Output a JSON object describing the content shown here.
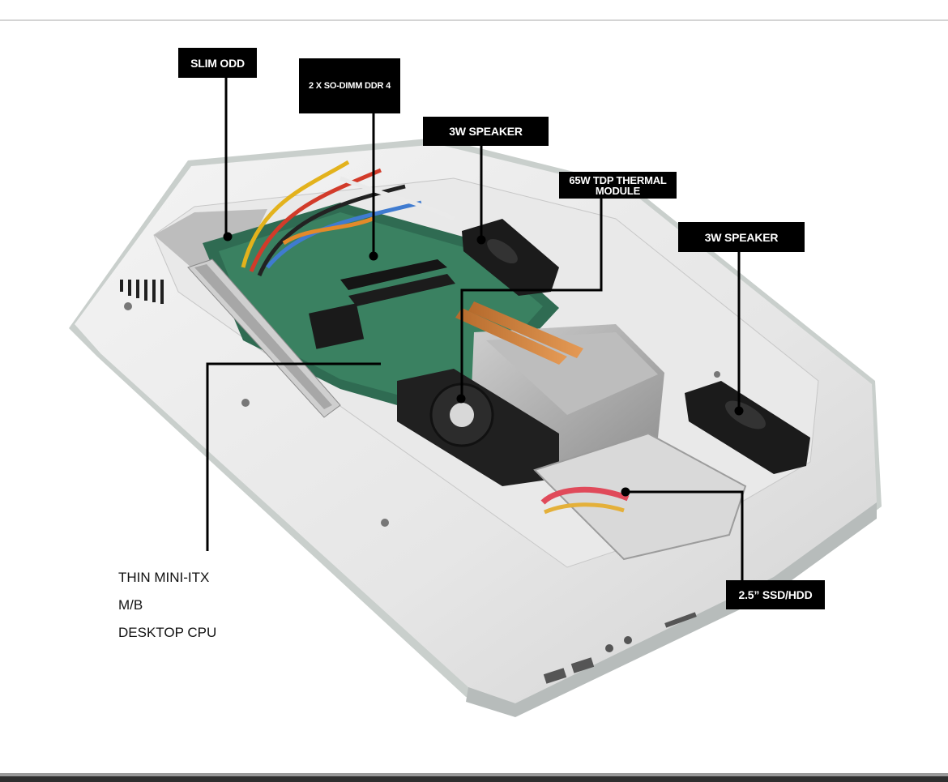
{
  "callouts": {
    "slim_odd": "SLIM ODD",
    "so_dimm": "2 X SO-DIMM DDR 4",
    "speaker_left": "3W SPEAKER",
    "thermal": "65W TDP THERMAL MODULE",
    "speaker_right": "3W SPEAKER",
    "ssd_hdd": "2.5” SSD/HDD"
  },
  "motherboard_labels": [
    "THIN MINI-ITX",
    "M/B",
    "DESKTOP CPU"
  ],
  "colors": {
    "callout_bg": "#000000",
    "callout_text": "#ffffff",
    "leader": "#000000"
  }
}
